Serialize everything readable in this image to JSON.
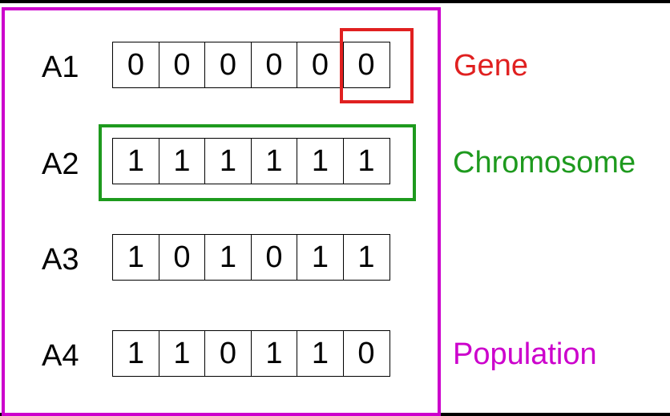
{
  "population": [
    {
      "label": "A1",
      "genes": [
        "0",
        "0",
        "0",
        "0",
        "0",
        "0"
      ]
    },
    {
      "label": "A2",
      "genes": [
        "1",
        "1",
        "1",
        "1",
        "1",
        "1"
      ]
    },
    {
      "label": "A3",
      "genes": [
        "1",
        "0",
        "1",
        "0",
        "1",
        "1"
      ]
    },
    {
      "label": "A4",
      "genes": [
        "1",
        "1",
        "0",
        "1",
        "1",
        "0"
      ]
    }
  ],
  "terms": {
    "gene": "Gene",
    "chromosome": "Chromosome",
    "population": "Population"
  },
  "colors": {
    "gene": "#e02020",
    "chromosome": "#1e9a1e",
    "population": "#cc00cc"
  }
}
